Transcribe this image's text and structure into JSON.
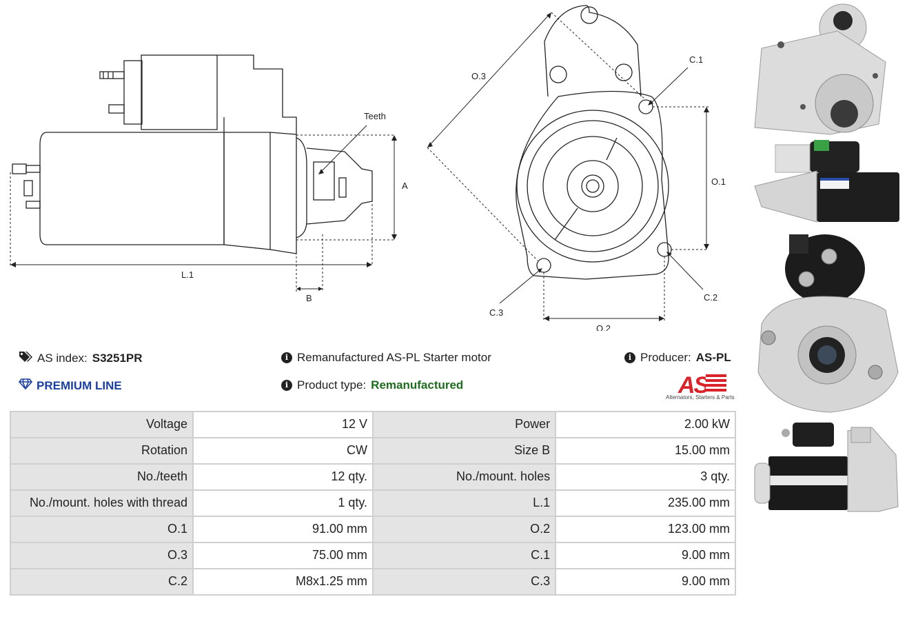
{
  "drawing": {
    "label_teeth": "Teeth",
    "label_a": "A",
    "label_l1": "L.1",
    "label_b": "B",
    "label_o1": "O.1",
    "label_o2": "O.2",
    "label_o3": "O.3",
    "label_c1": "C.1",
    "label_c2": "C.2",
    "label_c3": "C.3"
  },
  "info": {
    "as_index_label": "AS index:",
    "as_index_value": "S3251PR",
    "premium": "PREMIUM LINE",
    "description": "Remanufactured AS-PL Starter motor",
    "product_type_label": "Product type:",
    "product_type_value": "Remanufactured",
    "producer_label": "Producer:",
    "producer_value": "AS-PL"
  },
  "logo": {
    "brand": "AS",
    "tagline": "Alternators, Starters & Parts"
  },
  "specs": [
    {
      "l1": "Voltage",
      "v1": "12 V",
      "l2": "Power",
      "v2": "2.00 kW"
    },
    {
      "l1": "Rotation",
      "v1": "CW",
      "l2": "Size B",
      "v2": "15.00 mm"
    },
    {
      "l1": "No./teeth",
      "v1": "12 qty.",
      "l2": "No./mount. holes",
      "v2": "3 qty."
    },
    {
      "l1": "No./mount. holes with thread",
      "v1": "1 qty.",
      "l2": "L.1",
      "v2": "235.00 mm"
    },
    {
      "l1": "O.1",
      "v1": "91.00 mm",
      "l2": "O.2",
      "v2": "123.00 mm"
    },
    {
      "l1": "O.3",
      "v1": "75.00 mm",
      "l2": "C.1",
      "v2": "9.00 mm"
    },
    {
      "l1": "C.2",
      "v1": "M8x1.25 mm",
      "l2": "C.3",
      "v2": "9.00 mm"
    }
  ]
}
